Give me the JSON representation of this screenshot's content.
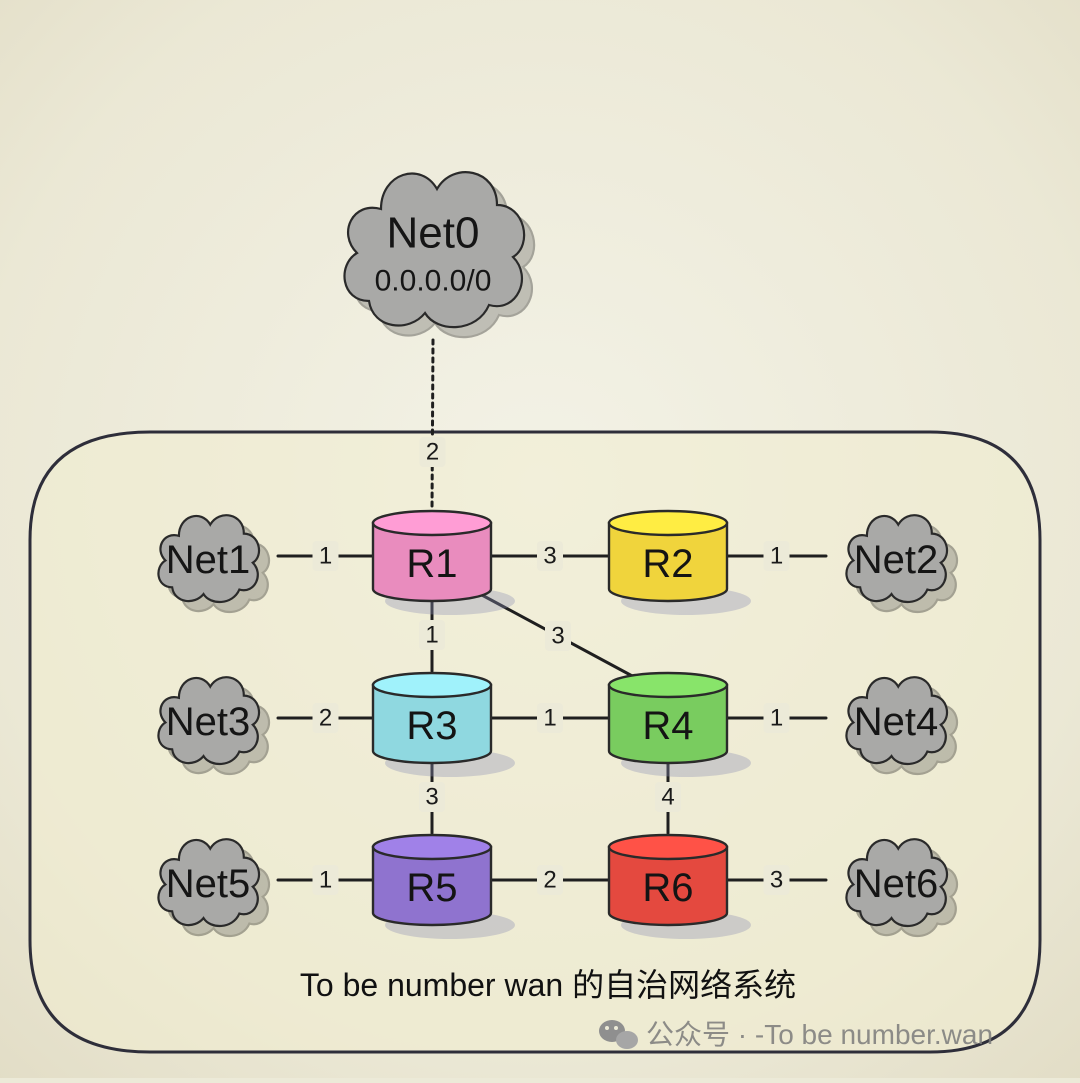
{
  "diagram": {
    "internet_cloud": {
      "name": "Net0",
      "prefix": "0.0.0.0/0"
    },
    "caption": "To be number wan 的自治网络系统",
    "watermark": "公众号 · -To be number.wan",
    "routers": [
      {
        "id": "R1",
        "label": "R1",
        "color": "#e98cbe"
      },
      {
        "id": "R2",
        "label": "R2",
        "color": "#f0d43c"
      },
      {
        "id": "R3",
        "label": "R3",
        "color": "#8fd8e0"
      },
      {
        "id": "R4",
        "label": "R4",
        "color": "#79cc5f"
      },
      {
        "id": "R5",
        "label": "R5",
        "color": "#8f73cf"
      },
      {
        "id": "R6",
        "label": "R6",
        "color": "#e4493f"
      }
    ],
    "networks": [
      {
        "id": "Net1",
        "label": "Net1"
      },
      {
        "id": "Net2",
        "label": "Net2"
      },
      {
        "id": "Net3",
        "label": "Net3"
      },
      {
        "id": "Net4",
        "label": "Net4"
      },
      {
        "id": "Net5",
        "label": "Net5"
      },
      {
        "id": "Net6",
        "label": "Net6"
      }
    ],
    "links": [
      {
        "from": "Net0",
        "to": "R1",
        "metric": "2",
        "style": "dashed"
      },
      {
        "from": "Net1",
        "to": "R1",
        "metric": "1"
      },
      {
        "from": "R1",
        "to": "R2",
        "metric": "3"
      },
      {
        "from": "R2",
        "to": "Net2",
        "metric": "1"
      },
      {
        "from": "R1",
        "to": "R3",
        "metric": "1"
      },
      {
        "from": "R1",
        "to": "R4",
        "metric": "3"
      },
      {
        "from": "Net3",
        "to": "R3",
        "metric": "2"
      },
      {
        "from": "R3",
        "to": "R4",
        "metric": "1"
      },
      {
        "from": "R4",
        "to": "Net4",
        "metric": "1"
      },
      {
        "from": "R3",
        "to": "R5",
        "metric": "3"
      },
      {
        "from": "R4",
        "to": "R6",
        "metric": "4"
      },
      {
        "from": "Net5",
        "to": "R5",
        "metric": "1"
      },
      {
        "from": "R5",
        "to": "R6",
        "metric": "2"
      },
      {
        "from": "R6",
        "to": "Net6",
        "metric": "3"
      }
    ]
  }
}
